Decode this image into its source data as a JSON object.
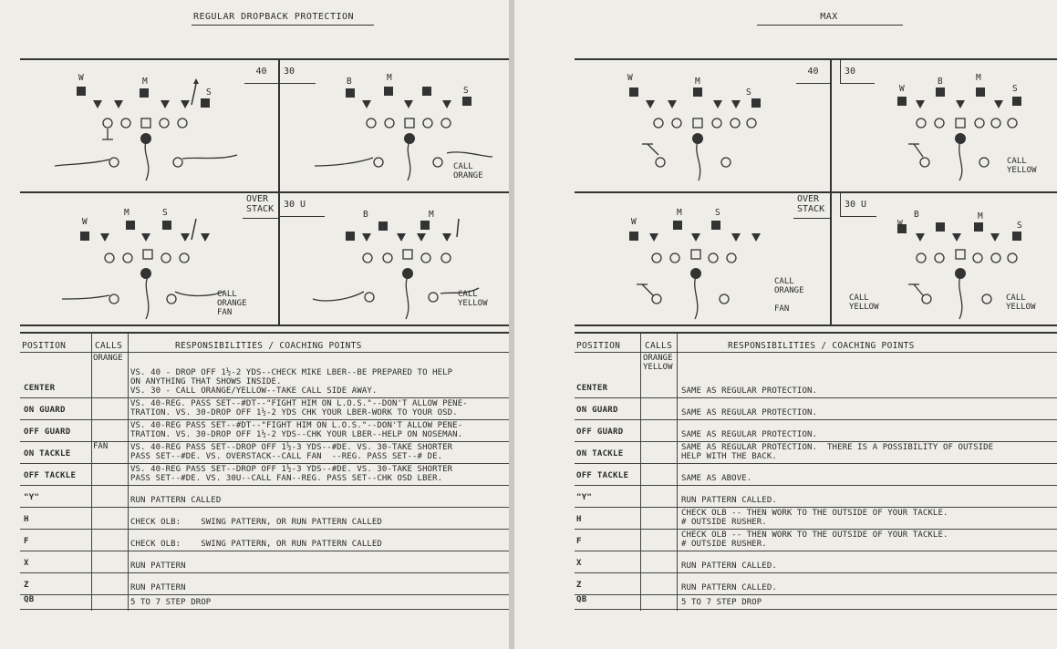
{
  "pages": {
    "left": {
      "title": "REGULAR DROPBACK PROTECTION",
      "diagrams": [
        {
          "tag": "40",
          "defense_labels": [
            "W",
            "M",
            "S"
          ],
          "call": ""
        },
        {
          "tag": "30",
          "defense_labels": [
            "B",
            "M",
            "S"
          ],
          "call": "CALL\nORANGE"
        },
        {
          "tag": "OVER\nSTACK",
          "defense_labels": [
            "W",
            "M",
            "S"
          ],
          "call": "CALL\nORANGE\nFAN"
        },
        {
          "tag": "30 U",
          "defense_labels": [
            "B",
            "M"
          ],
          "call": "CALL\nYELLOW"
        }
      ],
      "headers": {
        "position": "POSITION",
        "calls": "CALLS",
        "responsibilities": "RESPONSIBILITIES / COACHING POINTS"
      },
      "rows": [
        {
          "position": "CENTER",
          "calls": "ORANGE",
          "responsibilities": "VS. 40 - DROP OFF 1½-2 YDS--CHECK MIKE LBER--BE PREPARED TO HELP\nON ANYTHING THAT SHOWS INSIDE.\nVS. 30 - CALL ORANGE/YELLOW--TAKE CALL SIDE AWAY."
        },
        {
          "position": "ON GUARD",
          "calls": "",
          "responsibilities": "VS. 40-REG. PASS SET--#DT--\"FIGHT HIM ON L.O.S.\"--DON'T ALLOW PENE-\nTRATION. VS. 30-DROP OFF 1½-2 YDS CHK YOUR LBER-WORK TO YOUR OSD."
        },
        {
          "position": "OFF GUARD",
          "calls": "",
          "responsibilities": "VS. 40-REG PASS SET--#DT--\"FIGHT HIM ON L.O.S.\"--DON'T ALLOW PENE-\nTRATION. VS. 30-DROP OFF 1½-2 YDS--CHK YOUR LBER--HELP ON NOSEMAN."
        },
        {
          "position": "ON TACKLE",
          "calls": "FAN",
          "responsibilities": "VS. 40-REG PASS SET--DROP OFF 1½-3 YDS--#DE. VS. 30-TAKE SHORTER\nPASS SET--#DE. VS. OVERSTACK--CALL FAN  --REG. PASS SET--# DE."
        },
        {
          "position": "OFF TACKLE",
          "calls": "",
          "responsibilities": "VS. 40-REG PASS SET--DROP OFF 1½-3 YDS--#DE. VS. 30-TAKE SHORTER\nPASS SET--#DE. VS. 30U--CALL FAN--REG. PASS SET--CHK OSD LBER."
        },
        {
          "position": "\"Y\"",
          "calls": "",
          "responsibilities": "RUN PATTERN CALLED"
        },
        {
          "position": "H",
          "calls": "",
          "responsibilities": "CHECK OLB:    SWING PATTERN, OR RUN PATTERN CALLED"
        },
        {
          "position": "F",
          "calls": "",
          "responsibilities": "CHECK OLB:    SWING PATTERN, OR RUN PATTERN CALLED"
        },
        {
          "position": "X",
          "calls": "",
          "responsibilities": "RUN PATTERN"
        },
        {
          "position": "Z",
          "calls": "",
          "responsibilities": "RUN PATTERN"
        },
        {
          "position": "QB",
          "calls": "",
          "responsibilities": "5 TO 7 STEP DROP"
        }
      ]
    },
    "right": {
      "title": "MAX",
      "diagrams": [
        {
          "tag": "40",
          "defense_labels": [
            "W",
            "M",
            "S"
          ],
          "call": ""
        },
        {
          "tag": "30",
          "defense_labels": [
            "W",
            "B",
            "M",
            "S"
          ],
          "call": "CALL\nYELLOW"
        },
        {
          "tag": "OVER\nSTACK",
          "defense_labels": [
            "W",
            "M",
            "S"
          ],
          "call": "CALL\nORANGE\n\nFAN"
        },
        {
          "tag": "30 U",
          "defense_labels": [
            "W",
            "B",
            "M",
            "S"
          ],
          "call": "CALL\nYELLOW",
          "call_left": "CALL\nYELLOW"
        }
      ],
      "headers": {
        "position": "POSITION",
        "calls": "CALLS",
        "responsibilities": "RESPONSIBILITIES / COACHING POINTS"
      },
      "rows": [
        {
          "position": "CENTER",
          "calls": "ORANGE\nYELLOW",
          "responsibilities": "SAME AS REGULAR PROTECTION."
        },
        {
          "position": "ON GUARD",
          "calls": "",
          "responsibilities": "SAME AS REGULAR PROTECTION."
        },
        {
          "position": "OFF GUARD",
          "calls": "",
          "responsibilities": "SAME AS REGULAR PROTECTION."
        },
        {
          "position": "ON TACKLE",
          "calls": "",
          "responsibilities": "SAME AS REGULAR PROTECTION.  THERE IS A POSSIBILITY OF OUTSIDE\nHELP WITH THE BACK."
        },
        {
          "position": "OFF TACKLE",
          "calls": "",
          "responsibilities": "SAME AS ABOVE."
        },
        {
          "position": "\"Y\"",
          "calls": "",
          "responsibilities": "RUN PATTERN CALLED."
        },
        {
          "position": "H",
          "calls": "",
          "responsibilities": "CHECK OLB -- THEN WORK TO THE OUTSIDE OF YOUR TACKLE.\n# OUTSIDE RUSHER."
        },
        {
          "position": "F",
          "calls": "",
          "responsibilities": "CHECK OLB -- THEN WORK TO THE OUTSIDE OF YOUR TACKLE.\n# OUTSIDE RUSHER."
        },
        {
          "position": "X",
          "calls": "",
          "responsibilities": "RUN PATTERN CALLED."
        },
        {
          "position": "Z",
          "calls": "",
          "responsibilities": "RUN PATTERN CALLED."
        },
        {
          "position": "QB",
          "calls": "",
          "responsibilities": "5 TO 7 STEP DROP"
        }
      ]
    }
  }
}
